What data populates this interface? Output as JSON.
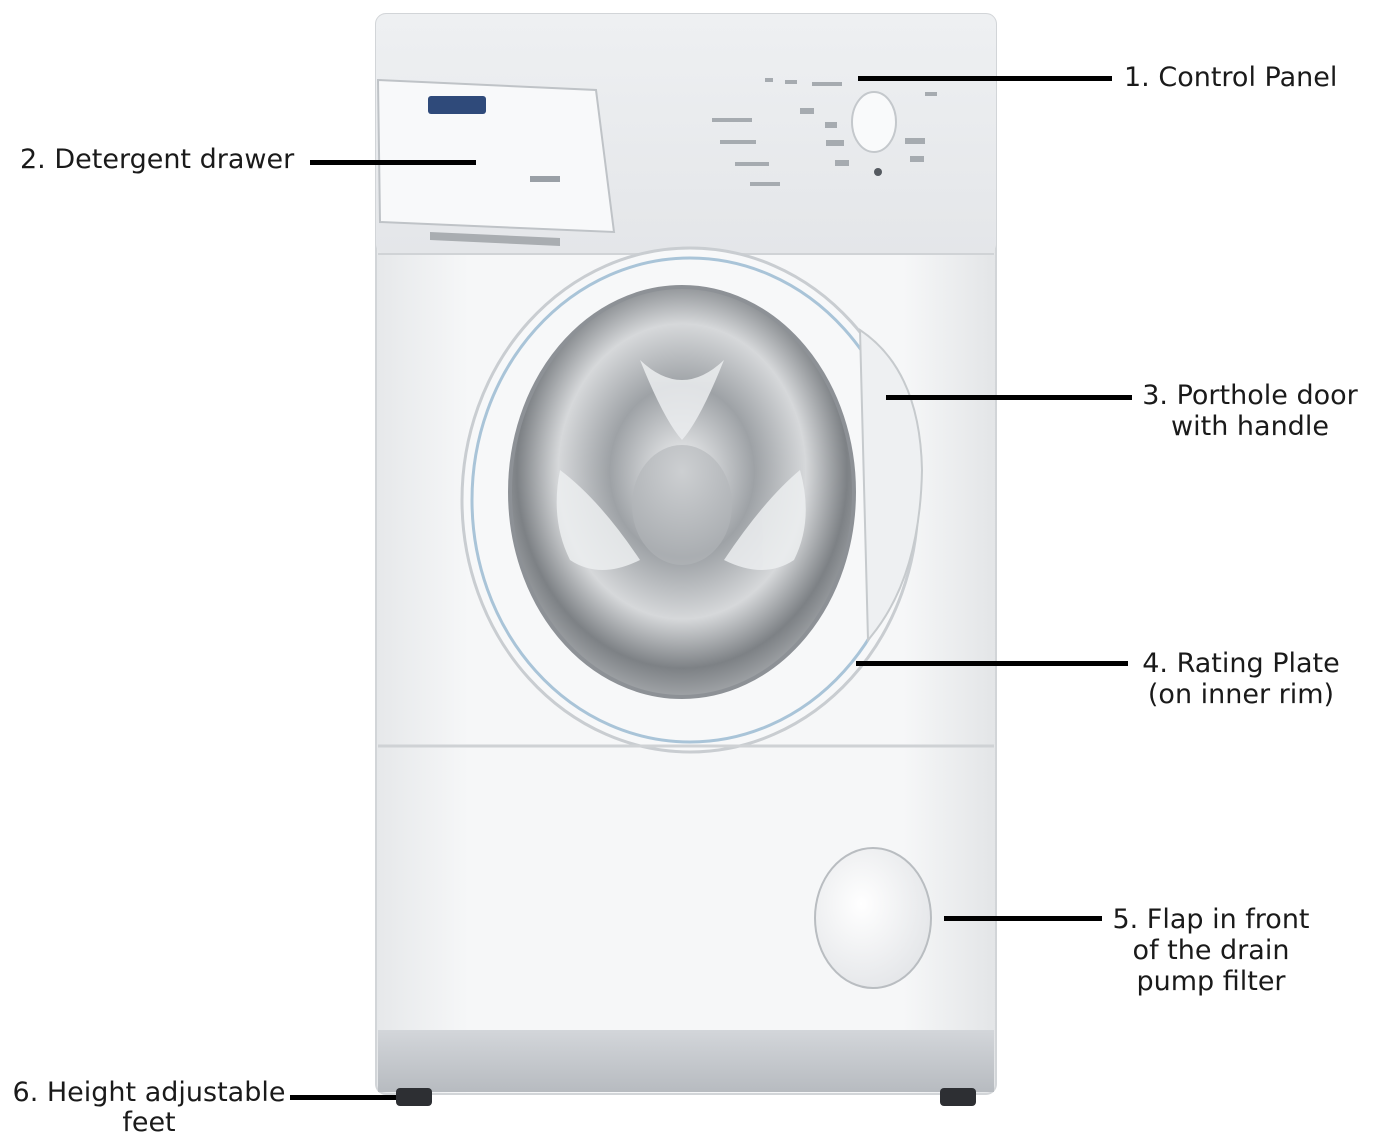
{
  "callouts": [
    {
      "id": "control-panel",
      "lines": [
        "1. Control Panel"
      ]
    },
    {
      "id": "detergent-drawer",
      "lines": [
        "2. Detergent drawer"
      ]
    },
    {
      "id": "porthole-door",
      "lines": [
        "3. Porthole door",
        "with handle"
      ]
    },
    {
      "id": "rating-plate",
      "lines": [
        "4. Rating Plate",
        "(on inner rim)"
      ]
    },
    {
      "id": "drain-pump-flap",
      "lines": [
        "5. Flap in front",
        "of the drain",
        "pump filter"
      ]
    },
    {
      "id": "adjustable-feet",
      "lines": [
        "6. Height adjustable",
        "feet"
      ]
    }
  ],
  "colors": {
    "appliance_body": "#f2f3f5",
    "plinth": "#c9ccd0",
    "leader_lines": "#000000",
    "text": "#1a1a1a"
  }
}
